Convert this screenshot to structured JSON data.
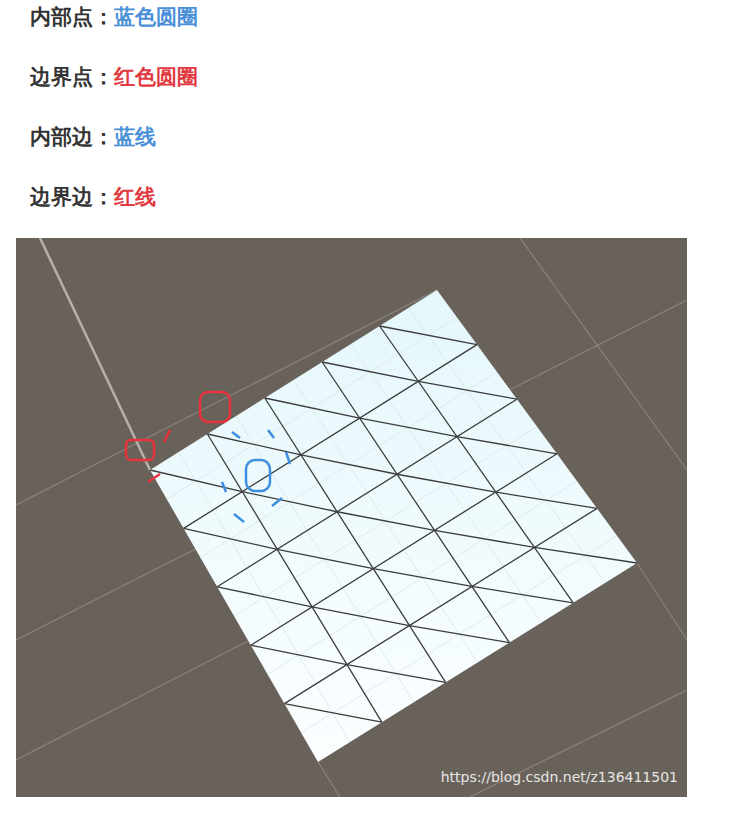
{
  "diagram": {
    "labels": [
      "内部点：",
      "蓝色圆圈",
      "边界点：",
      "红色圆圈",
      "内部边：",
      "蓝线",
      "边界边：",
      "红线",
      "https://blog.csdn.net/z136411501"
    ]
  }
}
